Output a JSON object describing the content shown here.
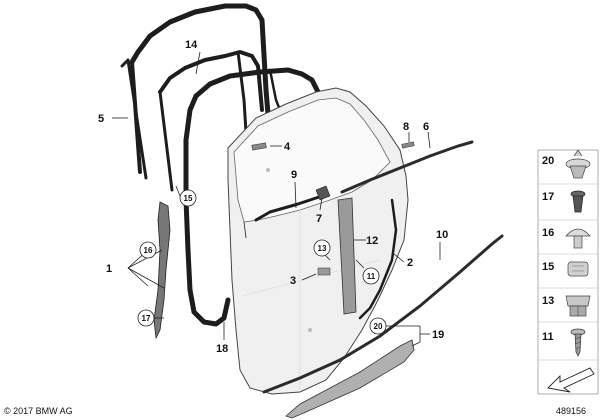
{
  "callouts": {
    "c1": "1",
    "c2": "2",
    "c3": "3",
    "c4": "4",
    "c5": "5",
    "c6": "6",
    "c7": "7",
    "c8": "8",
    "c9": "9",
    "c10": "10",
    "c11": "11",
    "c12": "12",
    "c13": "13",
    "c14": "14",
    "c15": "15",
    "c16": "16",
    "c17": "17",
    "c18": "18",
    "c19": "19",
    "c20": "20"
  },
  "parts_panel": {
    "items": [
      {
        "number": "20",
        "icon": "push-rivet-icon"
      },
      {
        "number": "17",
        "icon": "expanding-clip-icon"
      },
      {
        "number": "16",
        "icon": "mushroom-clip-icon"
      },
      {
        "number": "15",
        "icon": "box-clip-icon"
      },
      {
        "number": "13",
        "icon": "spring-clip-icon"
      },
      {
        "number": "11",
        "icon": "screw-icon"
      }
    ],
    "direction_icon": "front-arrow-icon"
  },
  "footer": {
    "copyright": "© 2017 BMW AG",
    "diagram_id": "489156"
  }
}
